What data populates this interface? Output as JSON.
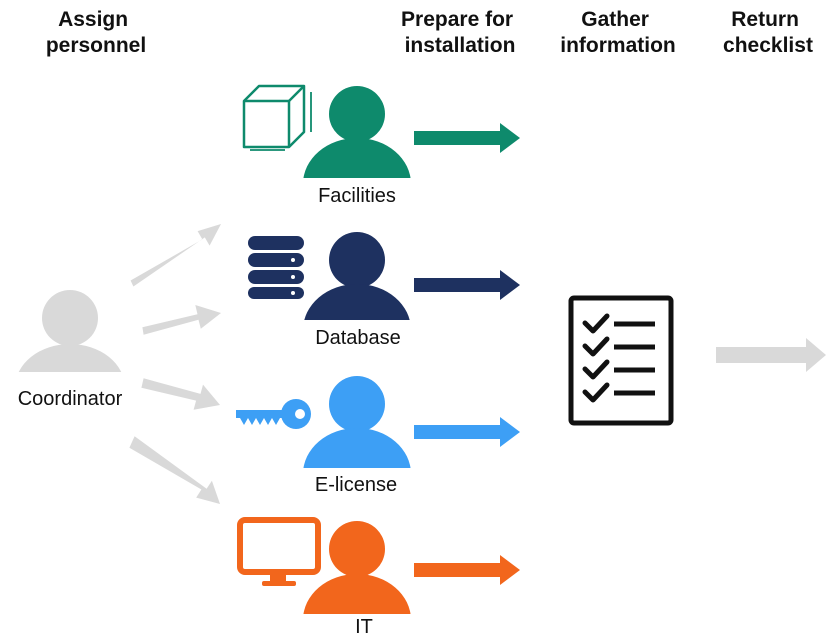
{
  "headers": {
    "assign": [
      "Assign",
      "personnel"
    ],
    "prepare": [
      "Prepare for",
      "installation"
    ],
    "gather": [
      "Gather",
      "information"
    ],
    "return": [
      "Return",
      "checklist"
    ]
  },
  "coordinator": {
    "label": "Coordinator",
    "color": "#d9d9d9"
  },
  "roles": [
    {
      "label": "Facilities",
      "color": "#0e8a6c",
      "icon": "cube-icon"
    },
    {
      "label": "Database",
      "color": "#1e3160",
      "icon": "database-icon"
    },
    {
      "label": "E-license",
      "color": "#3d9ff5",
      "icon": "key-icon"
    },
    {
      "label": "IT",
      "color": "#f2661c",
      "icon": "monitor-icon"
    }
  ],
  "checklist": {
    "icon": "checklist-icon",
    "color": "#111111"
  },
  "arrow_gray": "#d9d9d9"
}
